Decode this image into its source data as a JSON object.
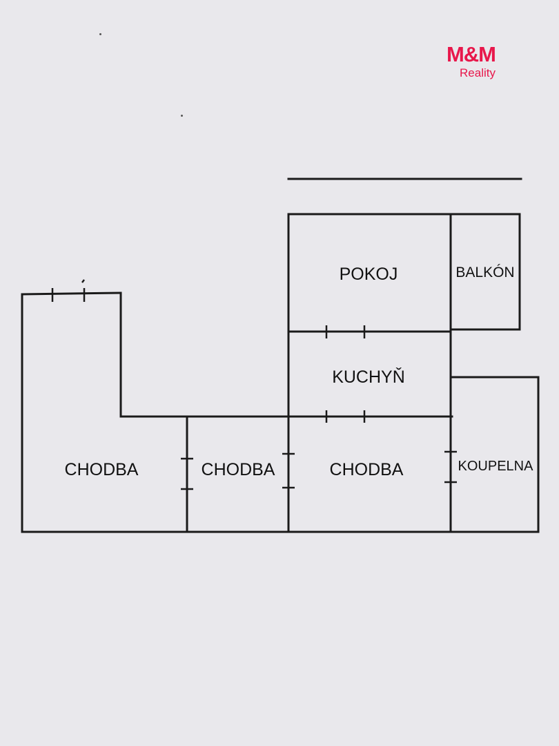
{
  "brand": {
    "mark": "M&M",
    "sub": "Reality",
    "color": "#e8174b"
  },
  "rooms": {
    "pokoj": "POKOJ",
    "balkon": "BALKÓN",
    "kuchyn": "KUCHYŇ",
    "chodba_left": "CHODBA",
    "chodba_middle": "CHODBA",
    "chodba_right": "CHODBA",
    "koupelna": "KOUPELNA"
  },
  "colors": {
    "background": "#e9e8ec",
    "wall": "#1a1a1a"
  }
}
